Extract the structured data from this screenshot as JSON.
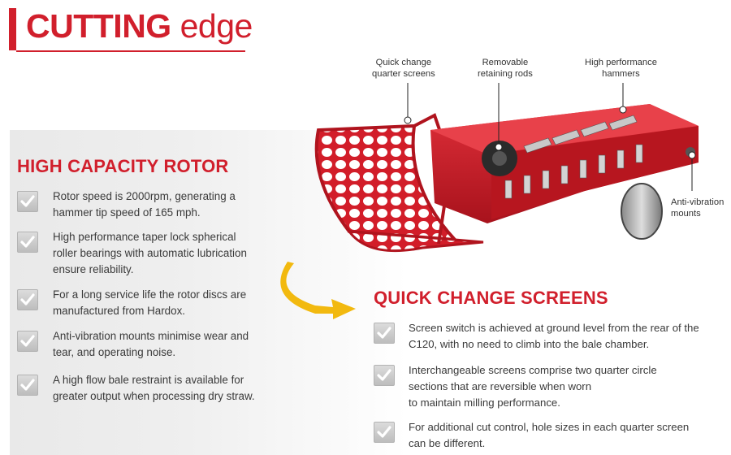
{
  "header": {
    "title_bold": "CUTTING",
    "title_light": "edge"
  },
  "colors": {
    "accent": "#d11f2c",
    "arrow": "#f2b90f",
    "check_bg": "#cfcfcf",
    "check_mark": "#ffffff"
  },
  "rotor": {
    "heading": "HIGH CAPACITY ROTOR",
    "items": [
      {
        "lines": [
          "Rotor speed is 2000rpm, generating a",
          "hammer tip speed of 165 mph."
        ]
      },
      {
        "lines": [
          "High performance taper lock spherical",
          "roller bearings with automatic lubrication",
          "ensure reliability."
        ]
      },
      {
        "lines": [
          "For a long service life the rotor discs are",
          "manufactured from Hardox."
        ]
      },
      {
        "lines": [
          "Anti-vibration mounts minimise wear and",
          "tear, and operating noise."
        ]
      },
      {
        "lines": [
          "A high flow bale restraint is available for",
          "greater output when processing dry straw."
        ]
      }
    ]
  },
  "screens": {
    "heading": "QUICK CHANGE SCREENS",
    "items": [
      {
        "lines": [
          "Screen switch is achieved at ground level from the rear of the",
          "C120, with no need to climb into the bale chamber."
        ]
      },
      {
        "lines": [
          "Interchangeable screens comprise two quarter circle",
          "sections that are reversible when worn",
          "to maintain milling performance."
        ]
      },
      {
        "lines": [
          "For additional cut control, hole sizes in each quarter screen",
          "can be different."
        ]
      }
    ]
  },
  "callouts": {
    "quarter_screens": [
      "Quick change",
      "quarter screens"
    ],
    "retaining_rods": [
      "Removable",
      "retaining rods"
    ],
    "hammers": [
      "High performance",
      "hammers"
    ],
    "anti_vibration": [
      "Anti-vibration",
      "mounts"
    ]
  },
  "icons": {
    "check": "check-icon",
    "arrow": "curved-arrow-icon"
  }
}
